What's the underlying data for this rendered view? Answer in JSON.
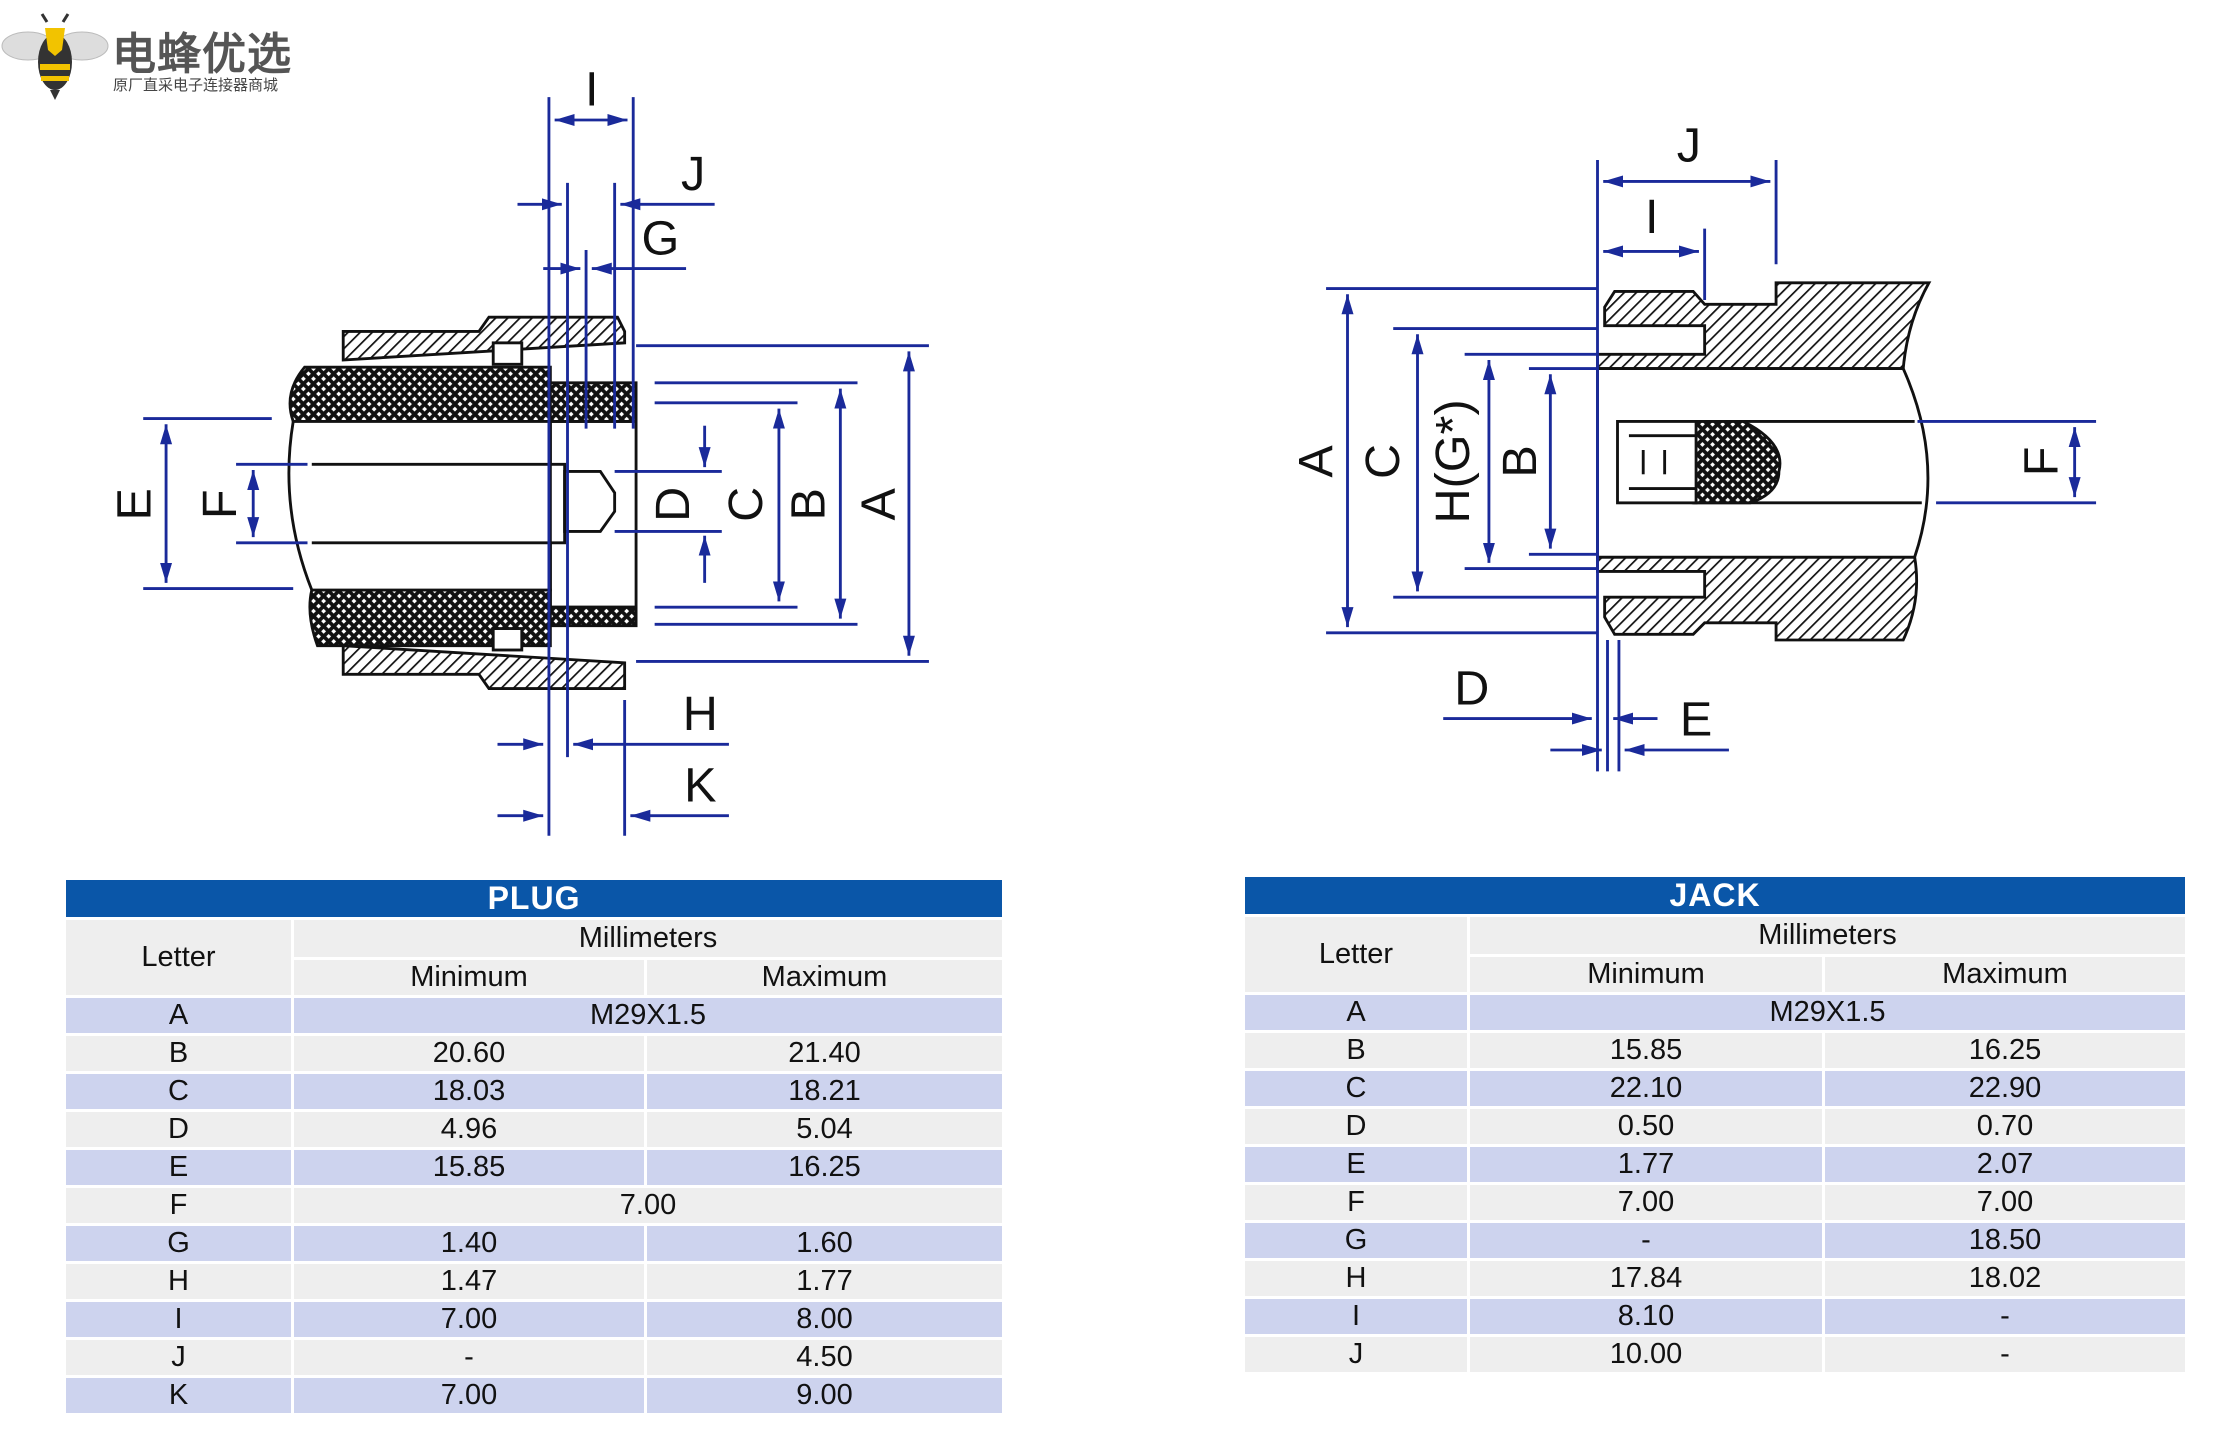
{
  "logo": {
    "title": "电蜂优选",
    "subtitle": "原厂直采电子连接器商城"
  },
  "colors": {
    "header_blue": "#0a56a8",
    "row_lavender": "#cdd3ee",
    "row_gray": "#eeeeee",
    "dimension_blue": "#1a2a9a"
  },
  "plug_diagram": {
    "labels": {
      "A": "A",
      "B": "B",
      "C": "C",
      "D": "D",
      "E": "E",
      "F": "F",
      "G": "G",
      "H": "H",
      "I": "I",
      "J": "J",
      "K": "K"
    }
  },
  "jack_diagram": {
    "labels": {
      "A": "A",
      "B": "B",
      "C": "C",
      "D": "D",
      "E": "E",
      "F": "F",
      "H": "H(G*)",
      "I": "I",
      "J": "J"
    }
  },
  "plug_table": {
    "title": "PLUG",
    "col_letter": "Letter",
    "col_units": "Millimeters",
    "col_min": "Minimum",
    "col_max": "Maximum",
    "rows": [
      {
        "letter": "A",
        "span": "M29X1.5"
      },
      {
        "letter": "B",
        "min": "20.60",
        "max": "21.40"
      },
      {
        "letter": "C",
        "min": "18.03",
        "max": "18.21"
      },
      {
        "letter": "D",
        "min": "4.96",
        "max": "5.04"
      },
      {
        "letter": "E",
        "min": "15.85",
        "max": "16.25"
      },
      {
        "letter": "F",
        "span": "7.00"
      },
      {
        "letter": "G",
        "min": "1.40",
        "max": "1.60"
      },
      {
        "letter": "H",
        "min": "1.47",
        "max": "1.77"
      },
      {
        "letter": "I",
        "min": "7.00",
        "max": "8.00"
      },
      {
        "letter": "J",
        "min": "-",
        "max": "4.50"
      },
      {
        "letter": "K",
        "min": "7.00",
        "max": "9.00"
      }
    ]
  },
  "jack_table": {
    "title": "JACK",
    "col_letter": "Letter",
    "col_units": "Millimeters",
    "col_min": "Minimum",
    "col_max": "Maximum",
    "rows": [
      {
        "letter": "A",
        "span": "M29X1.5"
      },
      {
        "letter": "B",
        "min": "15.85",
        "max": "16.25"
      },
      {
        "letter": "C",
        "min": "22.10",
        "max": "22.90"
      },
      {
        "letter": "D",
        "min": "0.50",
        "max": "0.70"
      },
      {
        "letter": "E",
        "min": "1.77",
        "max": "2.07"
      },
      {
        "letter": "F",
        "min": "7.00",
        "max": "7.00"
      },
      {
        "letter": "G",
        "min": "-",
        "max": "18.50"
      },
      {
        "letter": "H",
        "min": "17.84",
        "max": "18.02"
      },
      {
        "letter": "I",
        "min": "8.10",
        "max": "-"
      },
      {
        "letter": "J",
        "min": "10.00",
        "max": "-"
      }
    ]
  }
}
